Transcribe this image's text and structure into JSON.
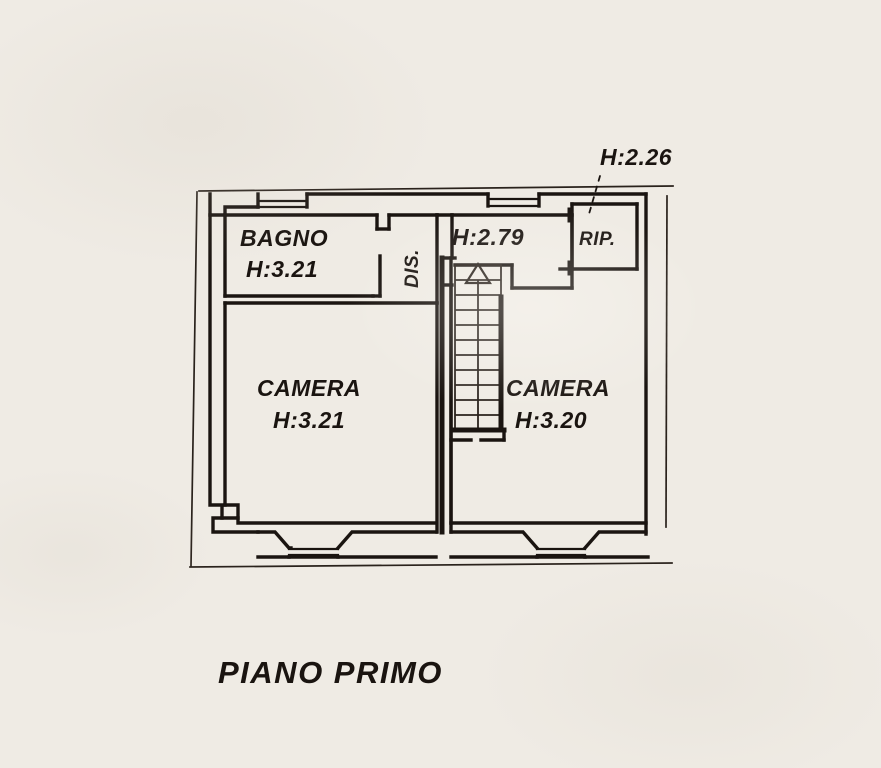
{
  "sheet": {
    "title": "PIANO PRIMO",
    "background_color": "#efebe4",
    "ink_color": "#1a1410"
  },
  "rooms": [
    {
      "id": "bagno",
      "name": "BAGNO",
      "height_label": "H:3.21"
    },
    {
      "id": "camera-left",
      "name": "CAMERA",
      "height_label": "H:3.21"
    },
    {
      "id": "camera-right",
      "name": "CAMERA",
      "height_label": "H:3.20"
    },
    {
      "id": "ripostiglio",
      "name": "RIP.",
      "height_label": "H:2.26"
    },
    {
      "id": "disimpegno",
      "name": "DIS.",
      "height_label": ""
    },
    {
      "id": "vano-scala",
      "name": "",
      "height_label": "H:2.79"
    }
  ],
  "labels": {
    "bagno_name": "BAGNO",
    "bagno_height": "H:3.21",
    "camera_left_name": "CAMERA",
    "camera_left_height": "H:3.21",
    "camera_right_name": "CAMERA",
    "camera_right_height": "H:3.20",
    "rip_name": "RIP.",
    "rip_height": "H:2.26",
    "dis_name": "DIS.",
    "stair_height": "H:2.79"
  },
  "annotations": {
    "leader_from": "H:2.26",
    "leader_to_room": "RIP."
  },
  "stairs": {
    "step_count": 11,
    "direction_marker": "up-arrow-triangle"
  },
  "ghost_text": {
    "line1": "",
    "line2": ""
  }
}
